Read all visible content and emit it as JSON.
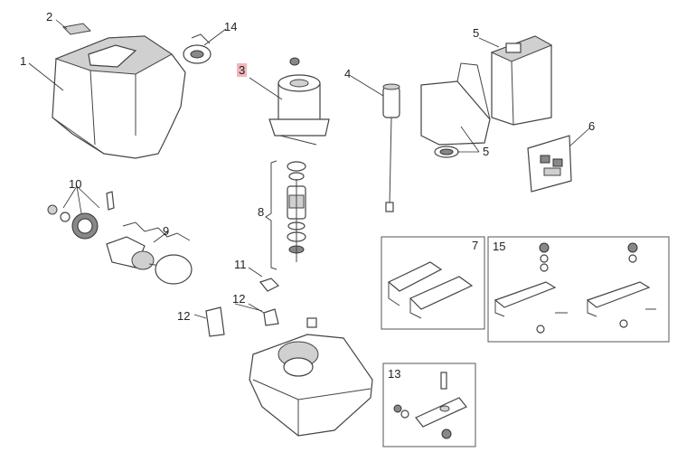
{
  "highlight_color": "#f2b6bc",
  "labels": {
    "l1": "1",
    "l2": "2",
    "l3": "3",
    "l4": "4",
    "l5a": "5",
    "l5b": "5",
    "l6": "6",
    "l7": "7",
    "l8": "8",
    "l9": "9",
    "l10": "10",
    "l11": "11",
    "l12a": "12",
    "l12b": "12",
    "l13": "13",
    "l14": "14",
    "l15": "15"
  }
}
